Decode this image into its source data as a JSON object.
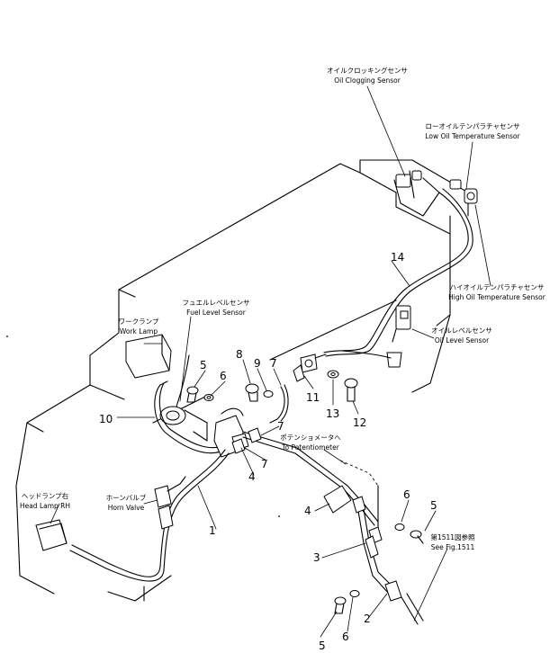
{
  "labels": {
    "oil_clogging_jp": "オイルクロッキングセンサ",
    "oil_clogging_en": "Oil Clogging Sensor",
    "low_oil_temp_jp": "ローオイルテンパラチャセンサ",
    "low_oil_temp_en": "Low Oil Temperature Sensor",
    "high_oil_temp_jp": "ハイオイルテンパラチャセンサ",
    "high_oil_temp_en": "High Oil Temperature Sensor",
    "oil_level_jp": "オイルレベルセンサ",
    "oil_level_en": "Oil Level Sensor",
    "fuel_level_jp": "フュエルレベルセンサ",
    "fuel_level_en": "Fuel Level Sensor",
    "work_lamp_jp": "ワークランプ",
    "work_lamp_en": "Work Lamp",
    "to_potentiometer_jp": "ポテンショメータへ",
    "to_potentiometer_en": "To Potentiometer",
    "head_lamp_jp": "ヘッドランプ右",
    "head_lamp_en": "Head Lamp RH",
    "horn_valve_jp": "ホーンバルブ",
    "horn_valve_en": "Horn Valve",
    "see_fig_jp": "第1511図参照",
    "see_fig_en": "See Fig.1511"
  },
  "part_numbers": {
    "n14": "14",
    "n10": "10",
    "n5a": "5",
    "n6a": "6",
    "n8": "8",
    "n9": "9",
    "n7a": "7",
    "n11": "11",
    "n13": "13",
    "n12": "12",
    "n7b": "7",
    "n7c": "7",
    "n4a": "4",
    "n1": "1",
    "n4b": "4",
    "n6b": "6",
    "n5b": "5",
    "n3": "3",
    "n2": "2",
    "n5c": "5",
    "n6c": "6"
  }
}
